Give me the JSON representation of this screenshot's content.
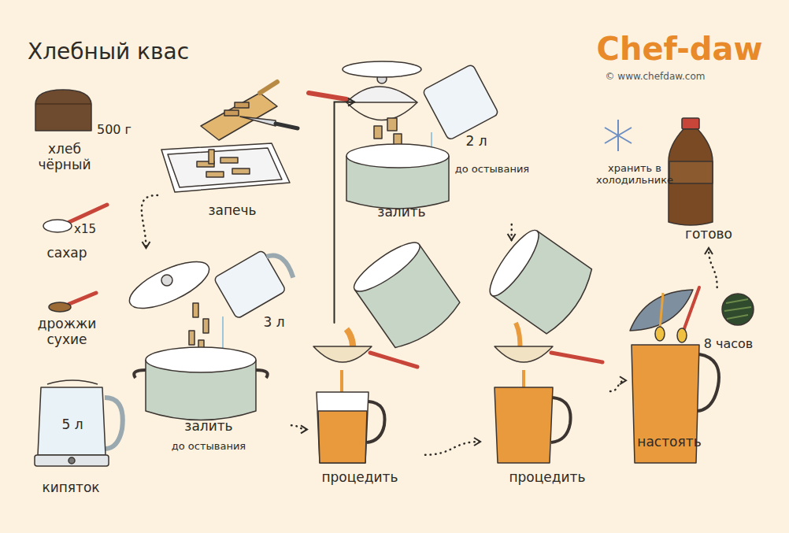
{
  "diagram": {
    "title": "Хлебный квас",
    "nodes": [
      {
        "text": [
          "запечь"
        ]
      },
      {
        "text": [
          "3 л",
          "залить",
          "до остывания"
        ]
      },
      {
        "text": [
          "процедить"
        ]
      },
      {
        "text": [
          "2 л",
          "залить",
          "до остывания"
        ]
      },
      {
        "text": [
          "процедить"
        ]
      },
      {
        "text": [
          "8 часов",
          "настоять"
        ]
      },
      {
        "text": [
          "готово"
        ]
      }
    ],
    "edges": [
      {
        "from": 0,
        "to": 1,
        "arrow": "to"
      },
      {
        "from": 1,
        "to": 2,
        "arrow": "to"
      },
      {
        "from": 2,
        "to": 3,
        "arrow": "to"
      },
      {
        "from": 3,
        "to": 4,
        "arrow": "to"
      },
      {
        "from": 2,
        "to": 4,
        "arrow": "to"
      },
      {
        "from": 4,
        "to": 5,
        "arrow": "to"
      },
      {
        "from": 5,
        "to": 6,
        "arrow": "to"
      }
    ],
    "labels": [
      "500 г",
      "хлеб чёрный",
      "x15",
      "сахар",
      "дрожжи сухие",
      "5 л",
      "кипяток",
      "хранить в холодильнике",
      "Chef-daw",
      "© www.chefdaw.com"
    ]
  }
}
